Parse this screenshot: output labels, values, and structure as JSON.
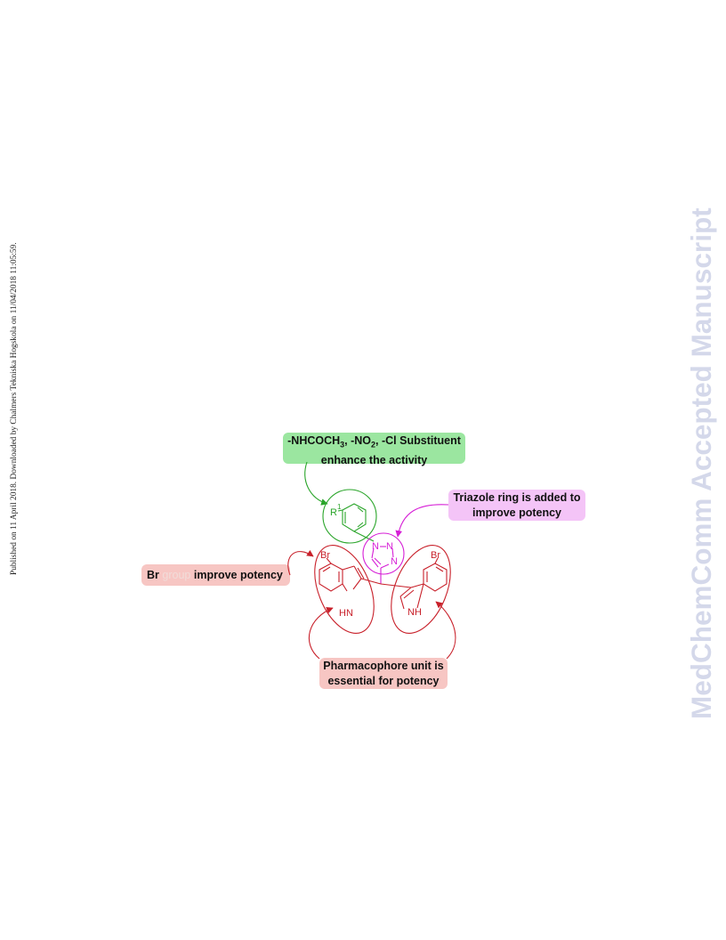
{
  "publication_note": "Published on 11 April 2018. Downloaded by Chalmers Tekniska Hogskola on 11/04/2018 11:05:59.",
  "watermark": "MedChemComm Accepted Manuscript",
  "annotations": {
    "substituent": {
      "line1_prefix": "-NHCOCH",
      "sub1": "3",
      "line1_mid": ", -NO",
      "sub2": "2",
      "line1_suffix": ", -Cl Substituent",
      "line2": "enhance the activity"
    },
    "triazole": {
      "line1": "Triazole ring is added to",
      "line2": "improve potency"
    },
    "bromo": {
      "part1": "Br",
      "faded": "group",
      "part2": "improve potency"
    },
    "pharmacophore": {
      "line1": "Pharmacophore unit is",
      "line2": "essential for potency"
    }
  },
  "atom_labels": {
    "r1": "R",
    "r1_sup": "1",
    "n1": "N",
    "n2": "N",
    "n3": "N",
    "br_left": "Br",
    "br_right": "Br",
    "hn_left": "HN",
    "nh_right": "NH"
  },
  "colors": {
    "green": "#2aa52a",
    "magenta": "#d61fd6",
    "red": "#c8202a",
    "green_box": "#9be6a0",
    "magenta_box": "#f4c4f7",
    "red_box": "#f7c6c3",
    "watermark": "#d4d8ea"
  }
}
